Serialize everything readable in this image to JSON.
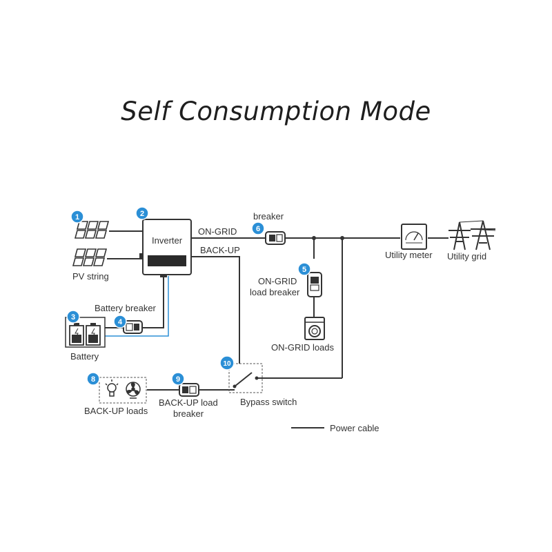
{
  "title": "Self Consumption Mode",
  "colors": {
    "badge": "#2b8fd6",
    "line": "#333333",
    "battery_cable": "#2b8fd6"
  },
  "badges": [
    "1",
    "2",
    "3",
    "4",
    "5",
    "6",
    "8",
    "9",
    "10"
  ],
  "labels": {
    "inverter": "Inverter",
    "pv_string": "PV string",
    "on_grid": "ON-GRID",
    "back_up": "BACK-UP",
    "breaker": "breaker",
    "battery_breaker": "Battery breaker",
    "battery": "Battery",
    "on_grid_load_breaker_1": "ON-GRID",
    "on_grid_load_breaker_2": "load breaker",
    "on_grid_loads": "ON-GRID loads",
    "utility_meter": "Utility meter",
    "utility_grid": "Utility grid",
    "back_up_loads": "BACK-UP loads",
    "back_up_load_breaker_1": "BACK-UP load",
    "back_up_load_breaker_2": "breaker",
    "bypass_switch": "Bypass switch"
  },
  "legend": {
    "power_cable": "Power cable"
  }
}
